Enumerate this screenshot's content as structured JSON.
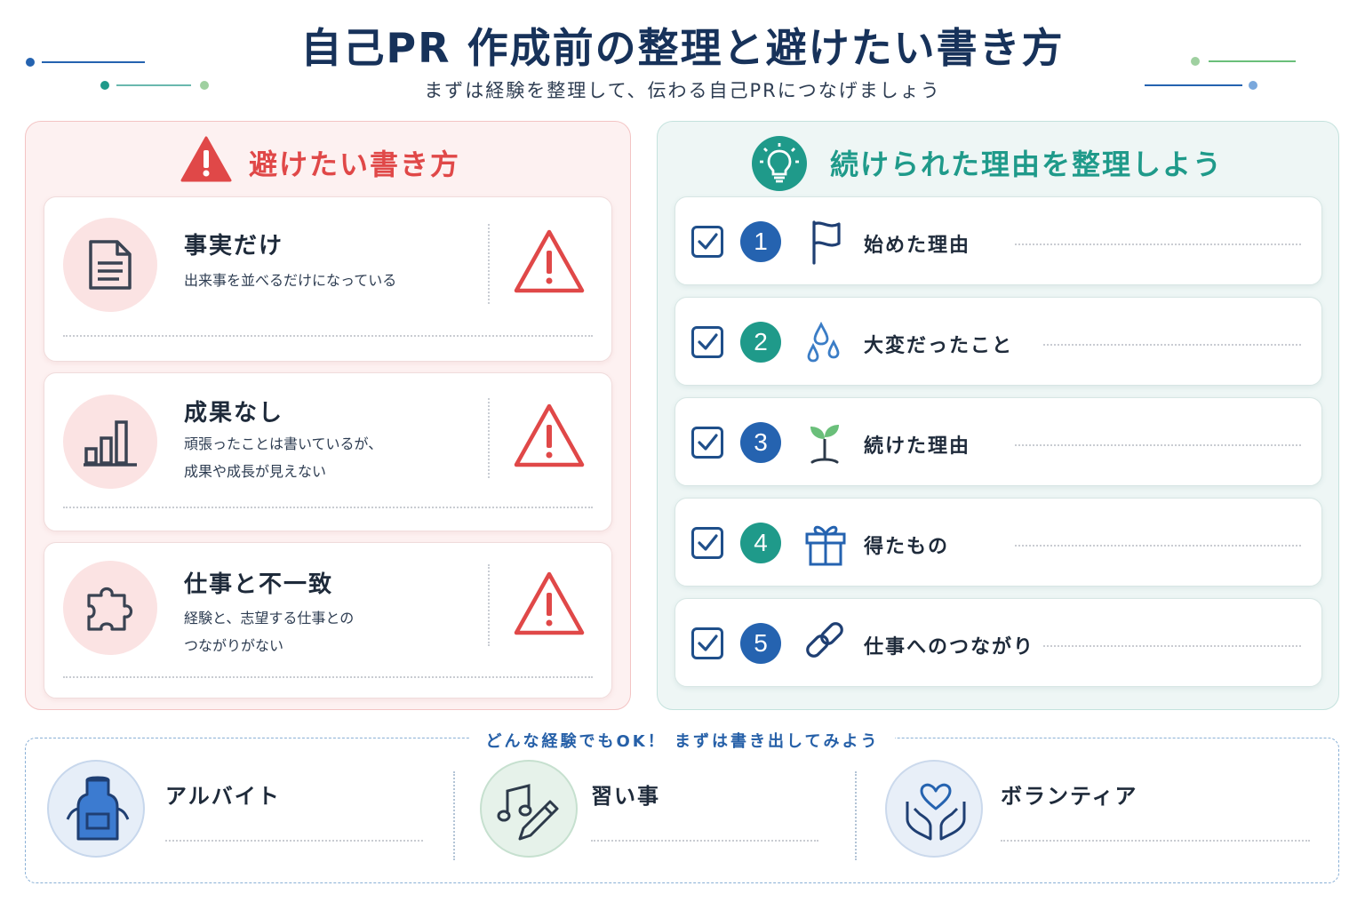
{
  "header": {
    "title": "自己PR 作成前の整理と避けたい書き方",
    "subtitle": "まずは経験を整理して、伝わる自己PRにつなげましょう"
  },
  "avoid_section": {
    "title": "避けたい書き方",
    "items": [
      {
        "heading": "事実だけ",
        "lines": [
          "出来事を並べるだけになっている"
        ],
        "icon": "document-icon"
      },
      {
        "heading": "成果なし",
        "lines": [
          "頑張ったことは書いているが、",
          "成果や成長が見えない"
        ],
        "icon": "bar-chart-icon"
      },
      {
        "heading": "仕事と不一致",
        "lines": [
          "経験と、志望する仕事との",
          "つながりがない"
        ],
        "icon": "puzzle-icon"
      }
    ]
  },
  "reasons_section": {
    "title": "続けられた理由を整理しよう",
    "steps": [
      {
        "number": "1",
        "label": "始めた理由",
        "icon": "flag-icon",
        "color": "#2563b0"
      },
      {
        "number": "2",
        "label": "大変だったこと",
        "icon": "water-drops-icon",
        "color": "#1f9a8a"
      },
      {
        "number": "3",
        "label": "続けた理由",
        "icon": "sprout-icon",
        "color": "#2563b0"
      },
      {
        "number": "4",
        "label": "得たもの",
        "icon": "gift-icon",
        "color": "#1f9a8a"
      },
      {
        "number": "5",
        "label": "仕事へのつながり",
        "icon": "link-icon",
        "color": "#2563b0"
      }
    ]
  },
  "examples_section": {
    "caption": "どんな経験でもOK！ まずは書き出してみよう",
    "items": [
      {
        "label": "アルバイト",
        "icon": "apron-icon"
      },
      {
        "label": "習い事",
        "icon": "music-pencil-icon"
      },
      {
        "label": "ボランティア",
        "icon": "heart-hands-icon"
      }
    ]
  },
  "colors": {
    "title_navy": "#17325a",
    "warning_red": "#e04848",
    "teal": "#1f9a8a",
    "blue": "#2563b0"
  }
}
